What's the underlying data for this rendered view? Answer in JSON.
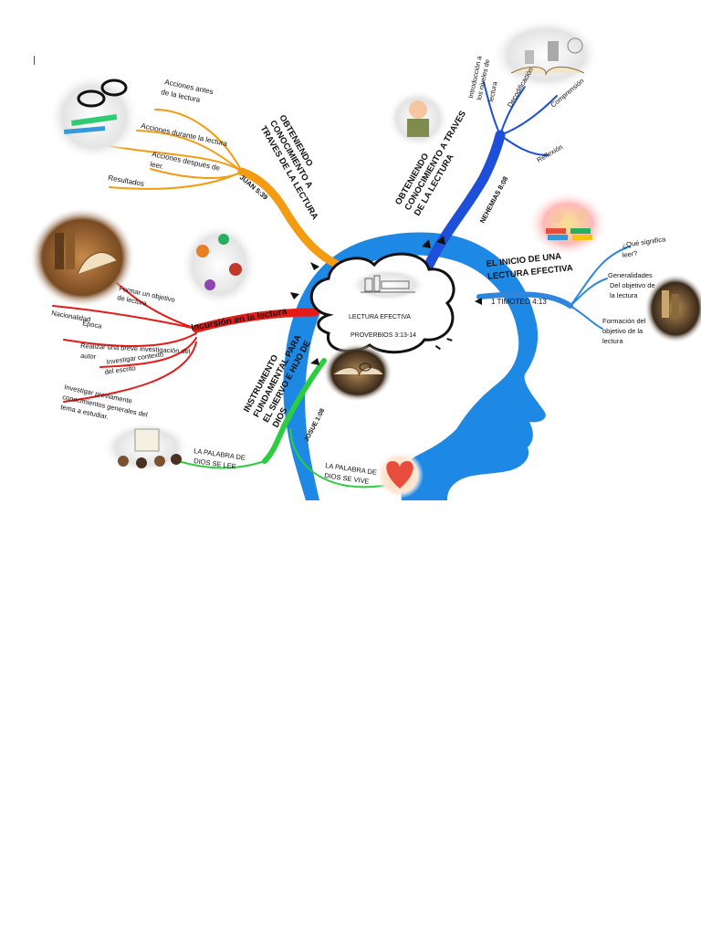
{
  "center": {
    "title": "LECTURA EFECTIVA",
    "verse": "PROVERBIOS 3:13-14"
  },
  "branch_orange": {
    "title": [
      "OBTENIENDO",
      "CONOCIMIENTO A",
      "TRAVES DE LA LECTURA"
    ],
    "verse": "JUAN 5:39",
    "items": [
      "Acciones antes",
      "de la lectura",
      "Acciones durante la lectura",
      "Acciones después de",
      "leer.",
      "Resultados"
    ],
    "color": "#F39C12"
  },
  "branch_blue_top": {
    "title": [
      "OBTENIENDO",
      "CONOCIMIENTO A TRAVES",
      "DE LA LECTURA"
    ],
    "verse": "NEHEMIAS 8:08",
    "items": [
      "Introducción a",
      "los niveles de",
      "lectura",
      "Decodificación",
      "Comprensión",
      "Reflexión"
    ],
    "color": "#1E4FD8"
  },
  "branch_red": {
    "title": "Incursión en la lectura",
    "items": [
      "Formar un objetivo",
      "de lectura",
      "Nacionalidad",
      "Época",
      "Realizar una breve investigación del",
      "autor",
      "Investigar contexto",
      "del escrito",
      "Investigar previamente",
      "conocimientos generales del",
      "tema a estudiar."
    ],
    "color": "#E41B17"
  },
  "branch_right": {
    "title": [
      "EL INICIO DE UNA",
      "LECTURA EFECTIVA"
    ],
    "verse": "1 TIMOTEO 4:13",
    "items": [
      "¿Qué significa",
      "leer?",
      "Generalidades",
      "Del objetivo de",
      "la lectura",
      "Formación del",
      "objetivo de la",
      "lectura"
    ],
    "color": "#2E86DE"
  },
  "branch_green": {
    "title": [
      "INSTRUMENTO",
      "FUNDAMENTAL PARA",
      "EL SIERVO E HIJO DE",
      "DIOS"
    ],
    "verse": "JOSUE 1:08",
    "items": [
      "LA PALABRA DE",
      "DIOS SE LEE",
      "LA PALABRA DE",
      "DIOS SE VIVE"
    ],
    "color": "#2ECC40"
  },
  "colors": {
    "head": "#1E88E5",
    "cloud": "#ffffff"
  }
}
